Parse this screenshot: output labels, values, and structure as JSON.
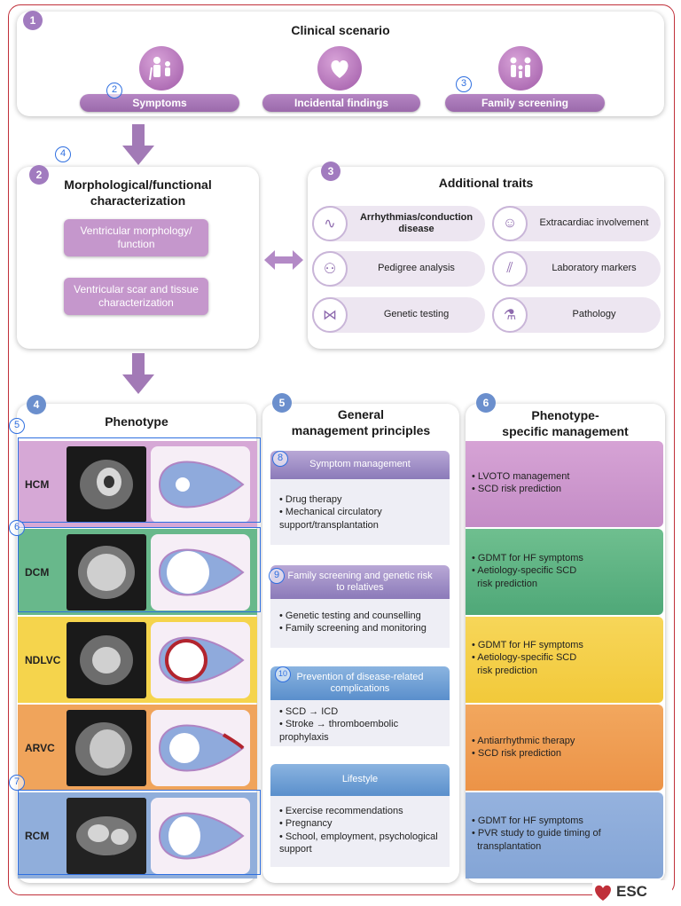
{
  "panel1": {
    "number": "1",
    "title": "Clinical scenario",
    "scenarios": [
      "Symptoms",
      "Incidental findings",
      "Family screening"
    ]
  },
  "panel2": {
    "number": "2",
    "title_line1": "Morphological/functional",
    "title_line2": "characterization",
    "boxes": [
      "Ventricular morphology/ function",
      "Ventricular scar and tissue characterization"
    ]
  },
  "panel3": {
    "number": "3",
    "title": "Additional traits",
    "traits": [
      {
        "label": "Arrhythmias/conduction disease",
        "icon": "ecg-icon"
      },
      {
        "label": "Extracardiac involvement",
        "icon": "person-icon"
      },
      {
        "label": "Pedigree analysis",
        "icon": "pedigree-icon"
      },
      {
        "label": "Laboratory markers",
        "icon": "test-tube-icon"
      },
      {
        "label": "Genetic testing",
        "icon": "dna-icon"
      },
      {
        "label": "Pathology",
        "icon": "microscope-icon"
      }
    ]
  },
  "panel4": {
    "number": "4",
    "title": "Phenotype"
  },
  "panel5": {
    "number": "5",
    "title_line1": "General",
    "title_line2": "management principles",
    "sections": [
      {
        "header": "Symptom management",
        "items": [
          "• Drug therapy",
          "• Mechanical circulatory support/transplantation"
        ]
      },
      {
        "header": "Family screening and genetic risk to relatives",
        "items": [
          "• Genetic testing and counselling",
          "• Family screening and monitoring"
        ]
      },
      {
        "header": "Prevention of disease-related complications",
        "items": [
          "• SCD → ICD",
          "• Stroke → thromboembolic prophylaxis"
        ]
      },
      {
        "header": "Lifestyle",
        "items": [
          "• Exercise recommendations",
          "• Pregnancy",
          "• School, employment, psychological support"
        ]
      }
    ]
  },
  "panel6": {
    "number": "6",
    "title_line1": "Phenotype-",
    "title_line2": "specific management"
  },
  "phenotypes": [
    {
      "label": "HCM",
      "color": "#c892c8",
      "mgmt_color": "#c48cc6",
      "mgmt": [
        "• LVOTO management",
        "• SCD risk prediction"
      ]
    },
    {
      "label": "DCM",
      "color": "#5fb283",
      "mgmt_color": "#4fa878",
      "mgmt": [
        "• GDMT for HF symptoms",
        "• Aetiology-specific SCD",
        "  risk prediction"
      ]
    },
    {
      "label": "NDLVC",
      "color": "#f3cf3c",
      "mgmt_color": "#f2c93a",
      "mgmt": [
        "• GDMT for HF symptoms",
        "• Aetiology-specific SCD",
        "  risk prediction"
      ]
    },
    {
      "label": "ARVC",
      "color": "#ee9b52",
      "mgmt_color": "#ec9347",
      "mgmt": [
        "• Antiarrhythmic therapy",
        "• SCD risk prediction"
      ]
    },
    {
      "label": "RCM",
      "color": "#88a8d8",
      "mgmt_color": "#84a5d6",
      "mgmt": [
        "• GDMT for HF symptoms",
        "• PVR study to guide timing of",
        "  transplantation"
      ]
    }
  ],
  "annotations": [
    "2",
    "3",
    "4",
    "5",
    "6",
    "7",
    "8",
    "9",
    "10"
  ],
  "logo": {
    "text": "ESC"
  }
}
